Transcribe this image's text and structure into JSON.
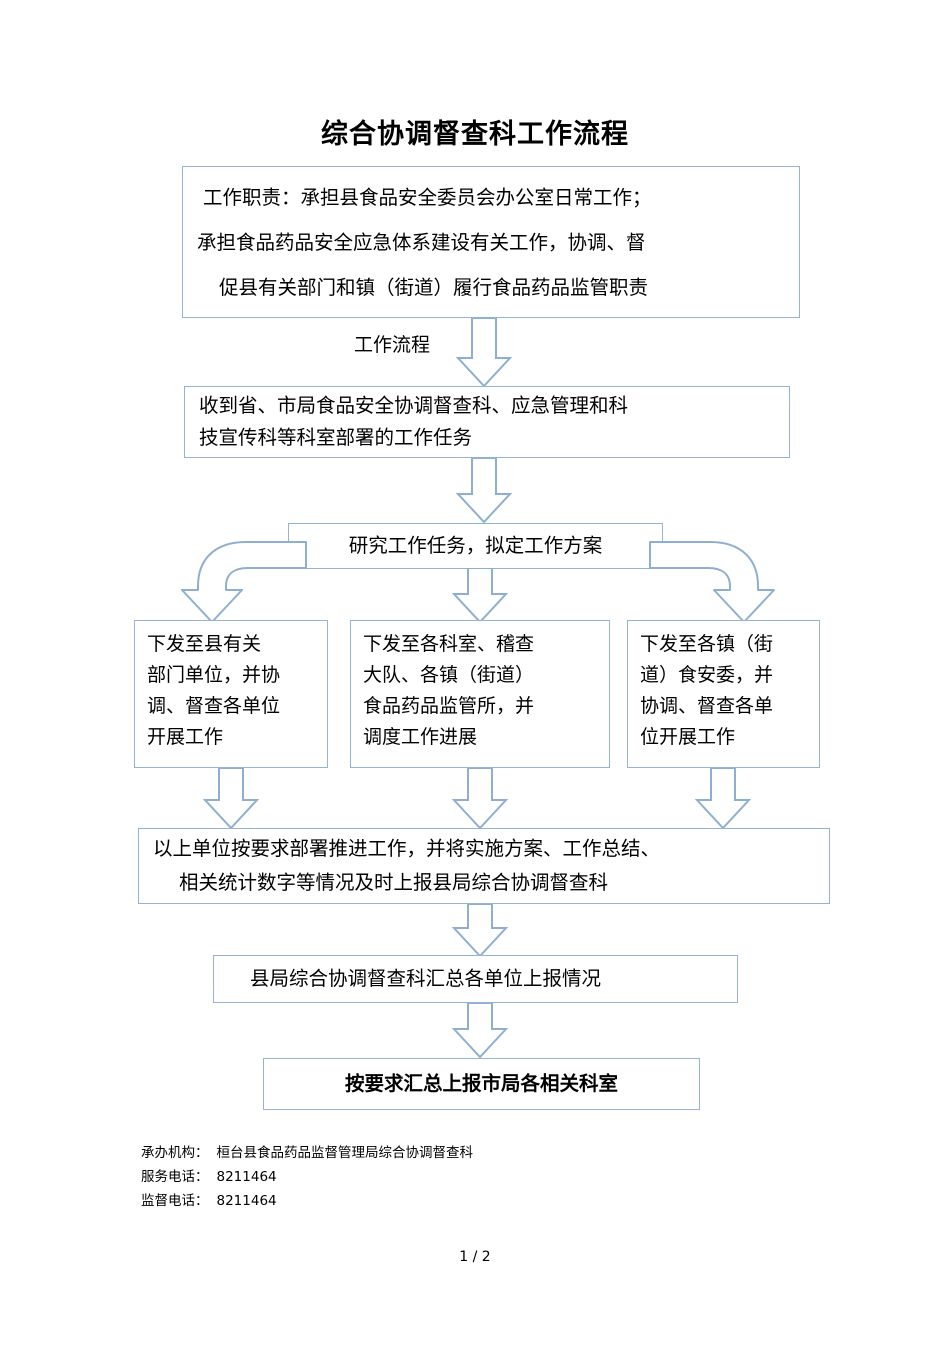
{
  "document": {
    "title": "综合协调督查科工作流程",
    "page_number": "1 / 2"
  },
  "theme": {
    "border_color": "#95b3d7",
    "arrow_stroke": "#8fafd0",
    "arrow_fill": "#ffffff",
    "text_color": "#000000",
    "background": "#ffffff"
  },
  "flow": {
    "duties_box": {
      "line1": "工作职责：承担县食品安全委员会办公室日常工作；",
      "line2": "承担食品药品安全应急体系建设有关工作，协调、督",
      "line3": "促县有关部门和镇（街道）履行食品药品监管职责"
    },
    "flow_label": "工作流程",
    "receive_box": {
      "line1": "收到省、市局食品安全协调督查科、应急管理和科",
      "line2": "技宣传科等科室部署的工作任务"
    },
    "study_box": {
      "line1": "研究工作任务，拟定工作方案"
    },
    "branches": [
      {
        "name": "county-departments",
        "line1": "下发至县有关",
        "line2": "部门单位，并协",
        "line3": "调、督查各单位",
        "line4": "开展工作"
      },
      {
        "name": "departments-and-towns",
        "line1": "下发至各科室、稽查",
        "line2": "大队、各镇（街道）",
        "line3": "食品药品监管所，并",
        "line4": "调度工作进展"
      },
      {
        "name": "town-food-safety-committees",
        "line1": "下发至各镇（街",
        "line2": "道）食安委，并",
        "line3": "协调、督查各单",
        "line4": "位开展工作"
      }
    ],
    "report_box": {
      "line1": "以上单位按要求部署推进工作，并将实施方案、工作总结、",
      "line2": "相关统计数字等情况及时上报县局综合协调督查科"
    },
    "summary_box": {
      "line1": "县局综合协调督查科汇总各单位上报情况"
    },
    "final_box": {
      "line1": "按要求汇总上报市局各相关科室"
    }
  },
  "footer": {
    "rows": [
      {
        "label": "承办机构：",
        "value": "桓台县食品药品监督管理局综合协调督查科"
      },
      {
        "label": "服务电话：",
        "value": "8211464"
      },
      {
        "label": "监督电话：",
        "value": "8211464"
      }
    ]
  }
}
